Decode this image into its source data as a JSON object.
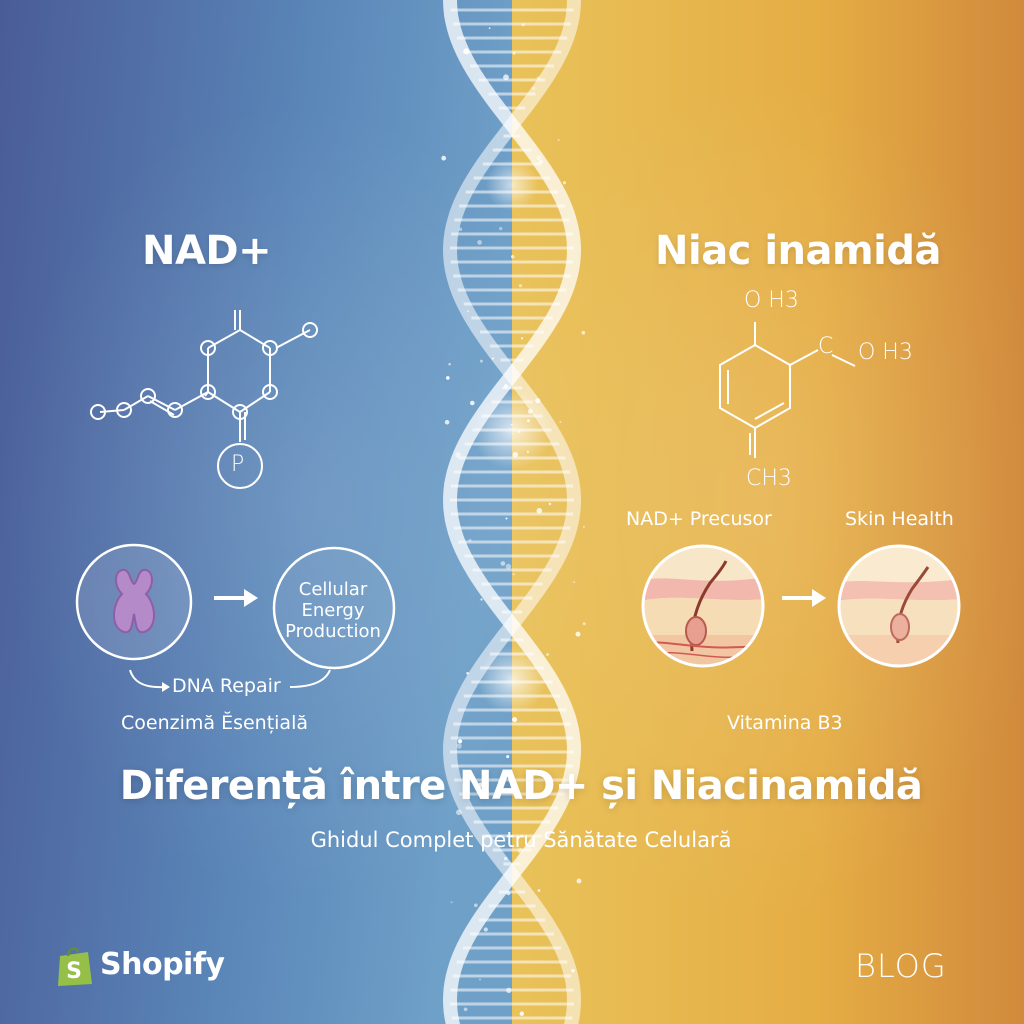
{
  "left_panel": {
    "heading": "NAD+",
    "phosphate_symbol": "P",
    "enzyme_icon": "enzyme-molecule-icon",
    "energy_circle_text": "Cellular\nEnergy\nProduction",
    "cycle_label": "DNA Repair",
    "caption": "Coenzimă Ĕsențială",
    "color_gradient": [
      "#4a5f99",
      "#5f8ec0"
    ]
  },
  "right_panel": {
    "heading": "Niac inamidă",
    "formula_labels": {
      "top": "O H3",
      "right_c": "C",
      "right_oh": "O H3",
      "bottom": "CH3"
    },
    "precursor_label": "NAD+ Precusor",
    "skin_label": "Skin Health",
    "skin_icon": "skin-cross-section-icon",
    "caption": "Vitamina B3",
    "color_gradient": [
      "#e8b84a",
      "#d3843a"
    ]
  },
  "center": {
    "icon": "dna-helix-icon"
  },
  "title": "Diferență între NAD+ și Niacinamidă",
  "subtitle": "Ghidul Complet petru Sănătate Celulară",
  "footer": {
    "shopify_label": "Shopify",
    "shopify_icon_letter": "S",
    "shopify_color": "#95bf47",
    "blog_label": "BLOG"
  }
}
